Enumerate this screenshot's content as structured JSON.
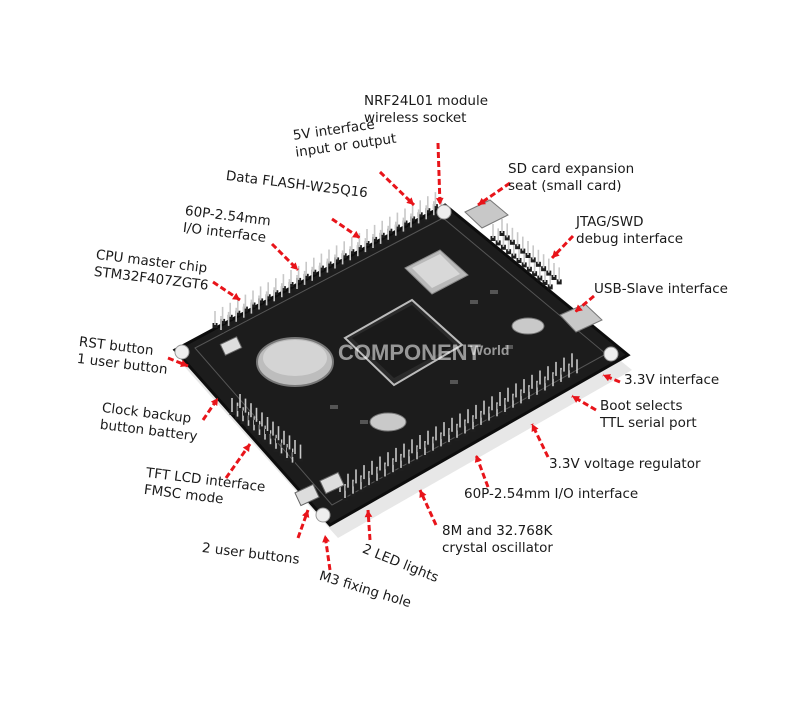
{
  "colors": {
    "board": "#1c1c1c",
    "board_edge": "#0d0d0d",
    "header_pin": "#1e1e1e",
    "pin_metal": "#c8c8c8",
    "arrow": "#e8141a",
    "label_text": "#1a1a1a"
  },
  "watermark": {
    "brand": "COMPONENT",
    "suffix": "World"
  },
  "callouts": {
    "nrf24l01": {
      "line1": "NRF24L01 module",
      "line2": "wireless socket"
    },
    "interface_5v": {
      "line1": "5V interface",
      "line2": "input or output"
    },
    "flash": {
      "line1": "Data FLASH-W25Q16"
    },
    "io_top": {
      "line1": "60P-2.54mm",
      "line2": "I/O interface"
    },
    "cpu": {
      "line1": "CPU master chip",
      "line2": "STM32F407ZGT6"
    },
    "rst": {
      "line1": "RST button",
      "line2": "1 user button"
    },
    "clock_backup": {
      "line1": "Clock backup",
      "line2": "button battery"
    },
    "tft": {
      "line1": "TFT LCD interface",
      "line2": "FMSC mode"
    },
    "user_buttons": {
      "line1": "2 user buttons"
    },
    "fixing_hole": {
      "line1": "M3 fixing hole"
    },
    "leds": {
      "line1": "2 LED lights"
    },
    "crystal": {
      "line1": "8M and 32.768K",
      "line2": "crystal oscillator"
    },
    "io_bottom": {
      "line1": "60P-2.54mm I/O interface"
    },
    "regulator": {
      "line1": "3.3V voltage regulator"
    },
    "boot": {
      "line1": "Boot selects",
      "line2": "TTL serial port"
    },
    "interface_33v": {
      "line1": "3.3V interface"
    },
    "usb_slave": {
      "line1": "USB-Slave interface"
    },
    "jtag": {
      "line1": "JTAG/SWD",
      "line2": "debug interface"
    },
    "sd_card": {
      "line1": "SD card expansion",
      "line2": "seat (small card)"
    }
  }
}
